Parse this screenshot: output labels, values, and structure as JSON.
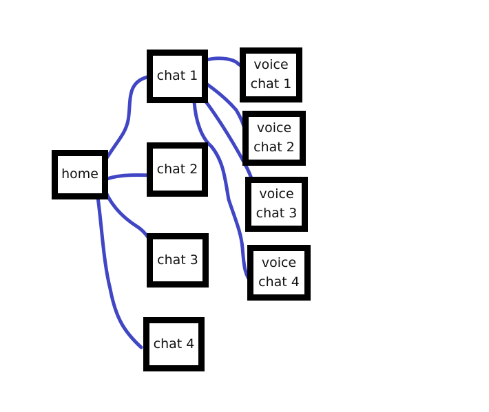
{
  "colors": {
    "background": "#ffffff",
    "box_border": "#000000",
    "connector": "#4046c4"
  },
  "nodes": {
    "home": "home",
    "chat1": "chat 1",
    "chat2": "chat 2",
    "chat3": "chat 3",
    "chat4": "chat 4",
    "voice1": {
      "line1": "voice",
      "line2": "chat 1"
    },
    "voice2": {
      "line1": "voice",
      "line2": "chat 2"
    },
    "voice3": {
      "line1": "voice",
      "line2": "chat 3"
    },
    "voice4": {
      "line1": "voice",
      "line2": "chat 4"
    }
  }
}
